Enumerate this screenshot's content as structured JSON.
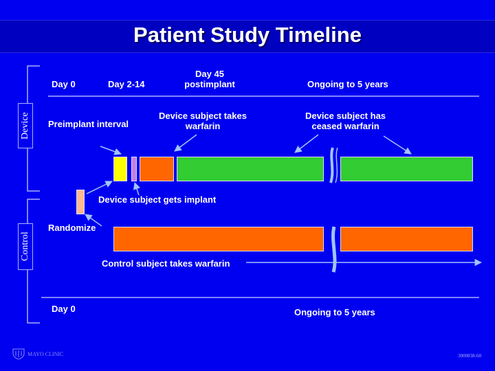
{
  "title": "Patient Study Timeline",
  "device_section": {
    "side_label": "Device",
    "headers": {
      "day0": "Day 0",
      "day2_14": "Day 2-14",
      "day45_line1": "Day 45",
      "day45_line2": "postimplant",
      "ongoing": "Ongoing to 5 years"
    },
    "annotations": {
      "preimplant": "Preimplant interval",
      "takes_warfarin_line1": "Device subject takes",
      "takes_warfarin_line2": "warfarin",
      "ceased_line1": "Device subject has",
      "ceased_line2": "ceased warfarin",
      "gets_implant": "Device subject gets implant"
    }
  },
  "control_section": {
    "side_label": "Control",
    "randomize": "Randomize",
    "takes_warfarin": "Control subject takes warfarin",
    "day0": "Day 0",
    "ongoing": "Ongoing to 5 years"
  },
  "footer": {
    "logo_text": "MAYO CLINIC",
    "slide_code": "3000838-60"
  },
  "colors": {
    "background": "#0000f0",
    "preimplant_yellow": "#ffff00",
    "implant_lavender": "#c080e0",
    "warfarin_orange": "#ff6600",
    "post_warfarin_green": "#33cc33",
    "randomize_peach": "#ffb890"
  }
}
